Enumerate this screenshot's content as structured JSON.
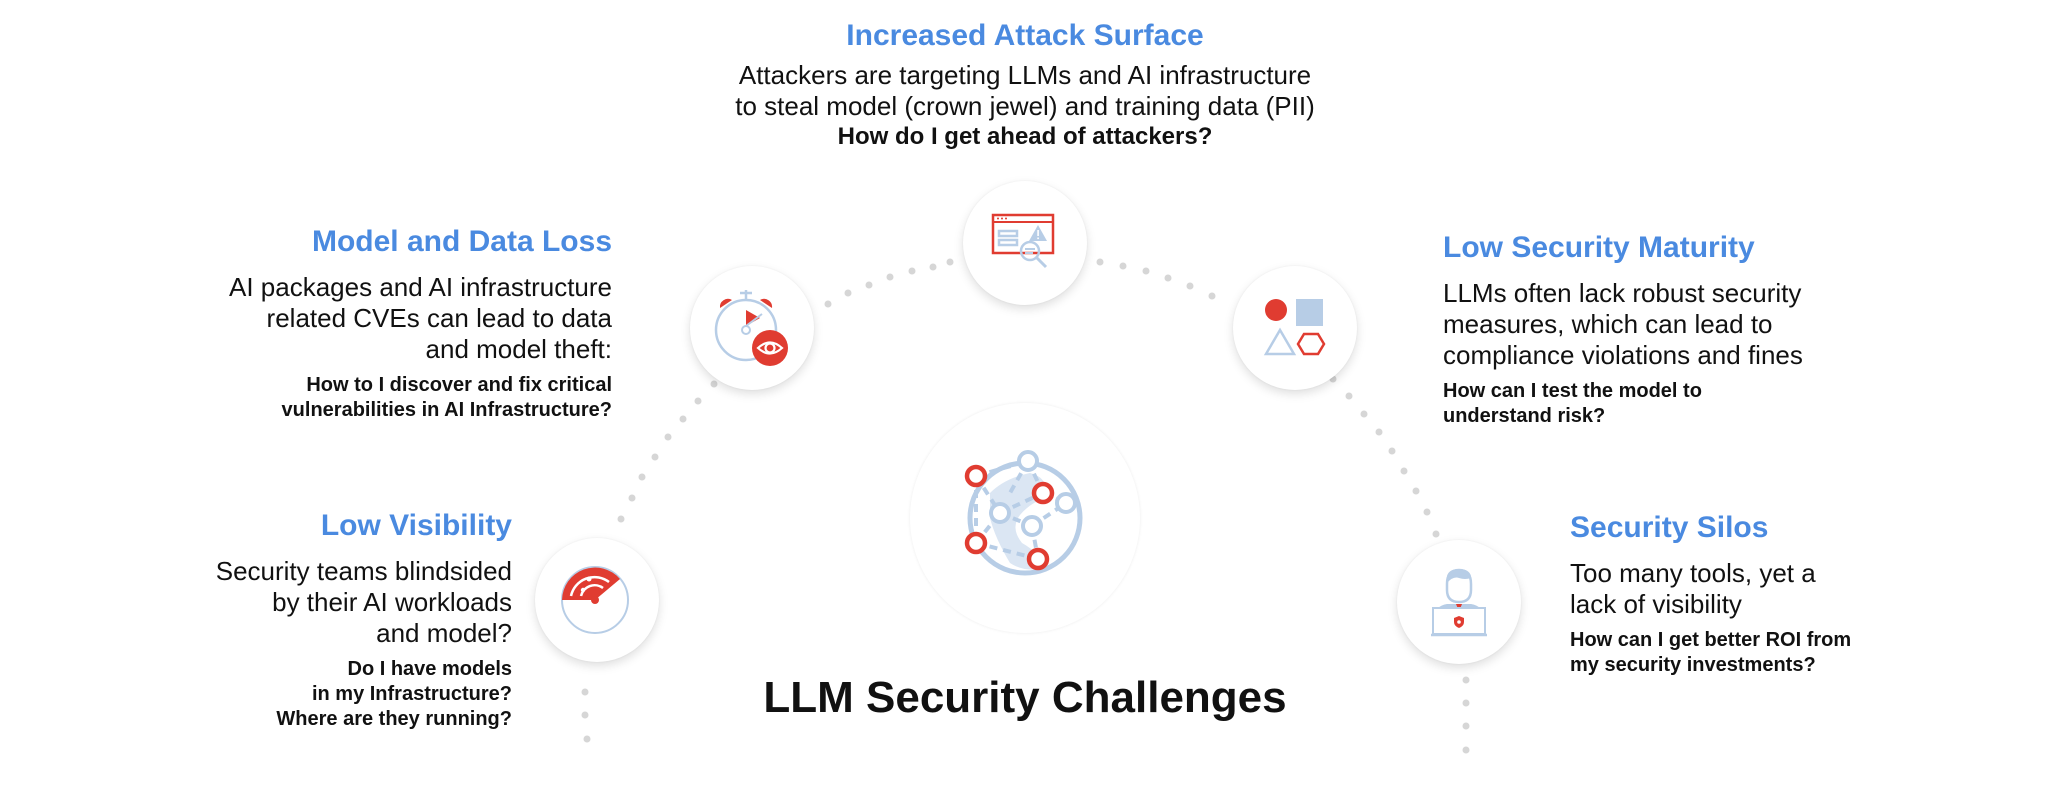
{
  "diagram": {
    "title": "LLM Security Challenges",
    "colors": {
      "heading_blue": "#4a8ae0",
      "icon_red": "#e03c31",
      "icon_light_blue": "#b7cde6",
      "dot_gray": "#d6d6d6",
      "text": "#111111"
    },
    "center_icon": "globe-network-icon",
    "challenges": [
      {
        "id": "increased-attack-surface",
        "title": "Increased Attack Surface",
        "description": "Attackers are targeting LLMs and AI infrastructure\nto steal model (crown jewel) and training data (PII)",
        "question": "How do I get ahead of attackers?",
        "icon": "browser-warning-search-icon"
      },
      {
        "id": "model-and-data-loss",
        "title": "Model and Data Loss",
        "description": "AI packages and AI infrastructure\nrelated CVEs can lead to data\nand model theft:",
        "question": "How to I discover and fix critical\nvulnerabilities in AI Infrastructure?",
        "icon": "stopwatch-eye-icon"
      },
      {
        "id": "low-security-maturity",
        "title": "Low Security Maturity",
        "description": "LLMs often lack robust security\nmeasures, which can lead to\ncompliance violations and fines",
        "question": "How can I test the model to\nunderstand risk?",
        "icon": "shapes-icon"
      },
      {
        "id": "low-visibility",
        "title": "Low Visibility",
        "description": "Security teams blindsided\nby their AI workloads\nand model?",
        "question": "Do I have models\nin my Infrastructure?\nWhere are they running?",
        "icon": "radar-icon"
      },
      {
        "id": "security-silos",
        "title": "Security Silos",
        "description": "Too many tools, yet a\nlack of visibility",
        "question": "How can I get better ROI from\nmy security investments?",
        "icon": "analyst-laptop-icon"
      }
    ]
  }
}
